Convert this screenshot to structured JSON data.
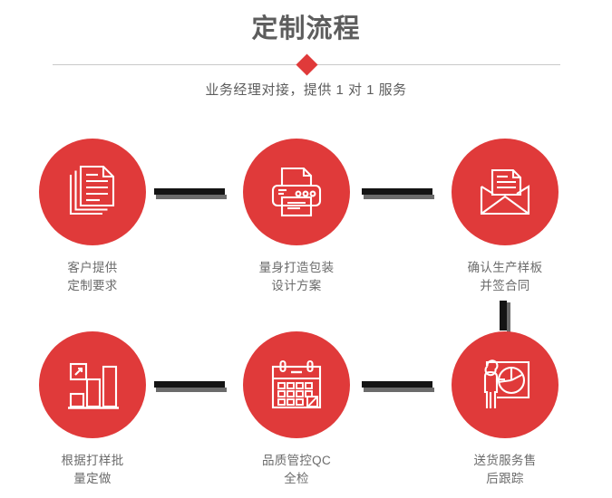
{
  "header": {
    "title": "定制流程",
    "subtitle": "业务经理对接，提供 1 对 1 服务",
    "diamond_icon": "diamond-divider-icon"
  },
  "theme": {
    "accent": "#e03a3a",
    "title_color": "#5d5d5d",
    "caption_color": "#6b6b6b",
    "connector_color": "#141414",
    "connector_shadow": "#6b6b6b",
    "divider_color": "#c9c9c9",
    "background": "#ffffff"
  },
  "flow": {
    "steps": [
      {
        "index": 1,
        "icon": "documents-stack-icon",
        "caption": "客户提供\n定制要求"
      },
      {
        "index": 2,
        "icon": "printer-icon",
        "caption": "量身打造包装\n设计方案"
      },
      {
        "index": 3,
        "icon": "envelope-document-icon",
        "caption": "确认生产样板\n并签合同"
      },
      {
        "index": 4,
        "icon": "bar-chart-growth-icon",
        "caption": "根据打样批\n量定做"
      },
      {
        "index": 5,
        "icon": "calendar-check-icon",
        "caption": "品质管控QC\n全检"
      },
      {
        "index": 6,
        "icon": "presenter-pie-chart-icon",
        "caption": "送货服务售\n后跟踪"
      }
    ],
    "connectors": [
      {
        "name": "connector-step1-step2",
        "orientation": "horizontal"
      },
      {
        "name": "connector-step2-step3",
        "orientation": "horizontal"
      },
      {
        "name": "connector-step3-step6",
        "orientation": "vertical"
      },
      {
        "name": "connector-step4-step5",
        "orientation": "horizontal"
      },
      {
        "name": "connector-step5-step6",
        "orientation": "horizontal"
      }
    ]
  }
}
